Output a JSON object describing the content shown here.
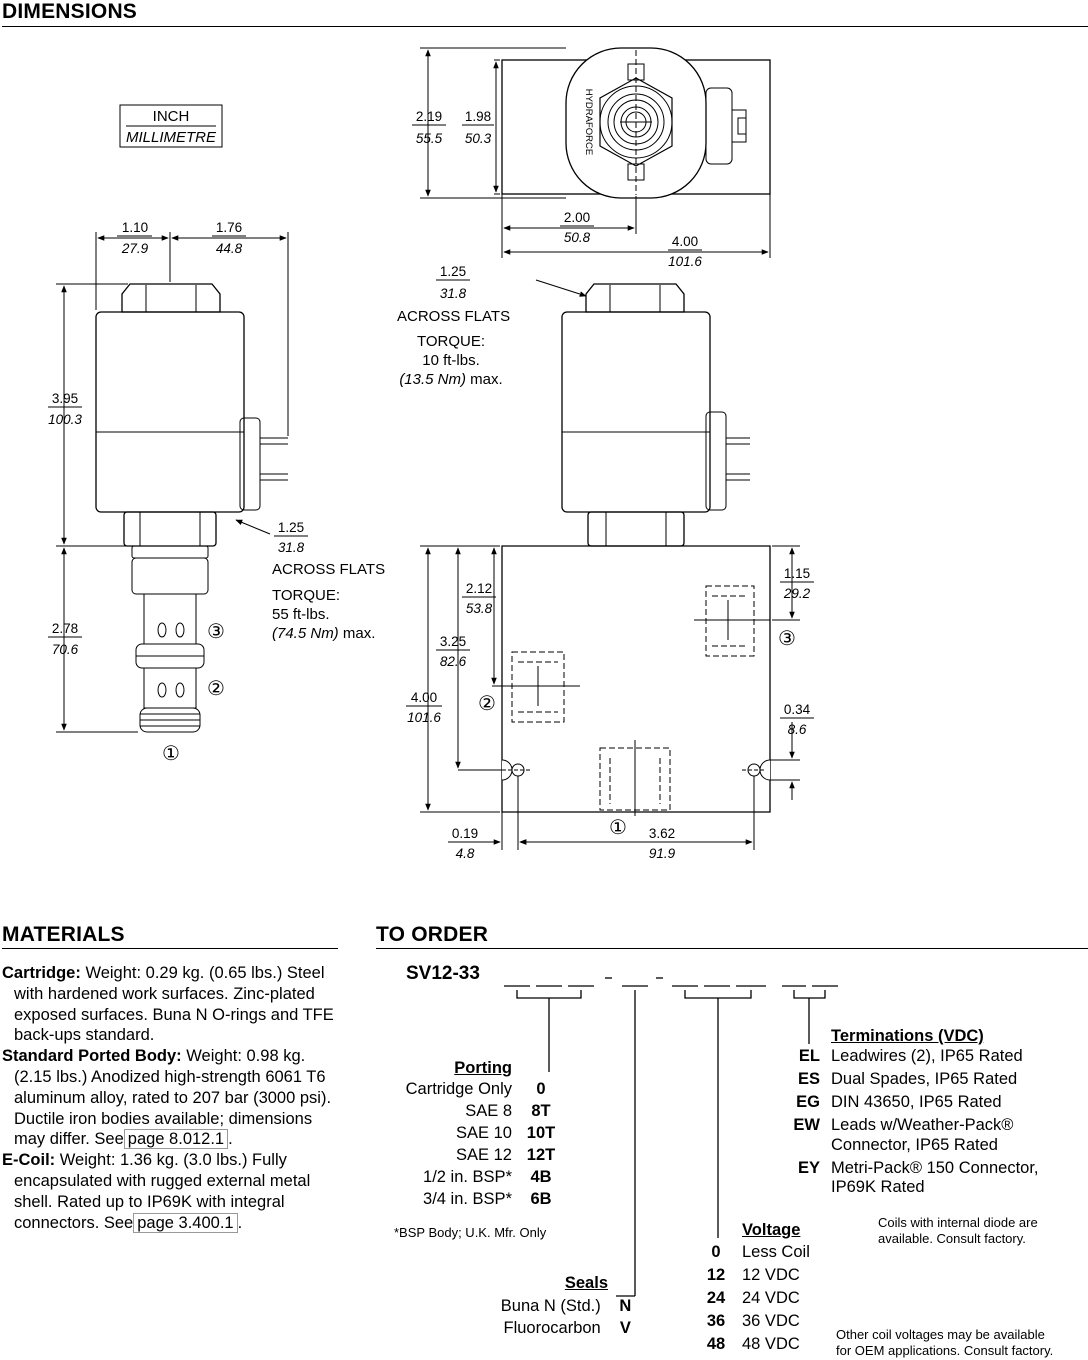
{
  "dimensions": {
    "title": "DIMENSIONS",
    "legend": {
      "inch": "INCH",
      "millimetre": "MILLIMETRE"
    },
    "top_view": {
      "brand": "HYDRAFORCE",
      "h_outer": {
        "in": "2.19",
        "mm": "55.5"
      },
      "h_inner": {
        "in": "1.98",
        "mm": "50.3"
      },
      "w_center": {
        "in": "2.00",
        "mm": "50.8"
      },
      "w_total": {
        "in": "4.00",
        "mm": "101.6"
      }
    },
    "cartridge": {
      "w_left": {
        "in": "1.10",
        "mm": "27.9"
      },
      "w_right": {
        "in": "1.76",
        "mm": "44.8"
      },
      "h_upper": {
        "in": "3.95",
        "mm": "100.3"
      },
      "h_lower": {
        "in": "2.78",
        "mm": "70.6"
      },
      "hex": {
        "in": "1.25",
        "mm": "31.8"
      },
      "across_flats": "ACROSS FLATS",
      "torque_label": "TORQUE:",
      "torque_val": "55 ft-lbs.",
      "torque_nm": "(74.5 Nm)",
      "torque_max": "max.",
      "ports": [
        "①",
        "②",
        "③"
      ]
    },
    "body": {
      "hex": {
        "in": "1.25",
        "mm": "31.8"
      },
      "across_flats": "ACROSS FLATS",
      "torque_label": "TORQUE:",
      "torque_val": "10 ft-lbs.",
      "torque_nm": "(13.5 Nm)",
      "torque_max": "max.",
      "d1": {
        "in": "2.12",
        "mm": "53.8"
      },
      "d2": {
        "in": "3.25",
        "mm": "82.6"
      },
      "d3": {
        "in": "4.00",
        "mm": "101.6"
      },
      "d4": {
        "in": "1.15",
        "mm": "29.2"
      },
      "d5": {
        "in": "0.34",
        "mm": "8.6"
      },
      "d6": {
        "in": "0.19",
        "mm": "4.8"
      },
      "d7": {
        "in": "3.62",
        "mm": "91.9"
      },
      "ports": [
        "①",
        "②",
        "③"
      ]
    }
  },
  "materials": {
    "title": "MATERIALS",
    "cartridge_label": "Cartridge:",
    "cartridge_text": "Weight: 0.29 kg. (0.65 lbs.) Steel with hardened work surfaces. Zinc-plated exposed surfaces. Buna N O-rings and TFE back-ups standard.",
    "body_label": "Standard Ported Body:",
    "body_text": "Weight: 0.98 kg. (2.15 lbs.) Anodized high-strength 6061 T6 aluminum alloy, rated to 207 bar (3000 psi). Ductile iron bodies available; dimensions may differ. See",
    "body_link": "page 8.012.1",
    "body_end": ".",
    "ecoil_label": "E-Coil:",
    "ecoil_text": "Weight: 1.36 kg. (3.0 lbs.) Fully encapsulated with rugged external metal shell. Rated up to IP69K with integral connectors. See",
    "ecoil_link": "page 3.400.1",
    "ecoil_end": "."
  },
  "to_order": {
    "title": "TO ORDER",
    "model": "SV12-33",
    "porting": {
      "header": "Porting",
      "items": [
        {
          "label": "Cartridge Only",
          "code": "0"
        },
        {
          "label": "SAE 8",
          "code": "8T"
        },
        {
          "label": "SAE 10",
          "code": "10T"
        },
        {
          "label": "SAE 12",
          "code": "12T"
        },
        {
          "label": "1/2 in. BSP*",
          "code": "4B"
        },
        {
          "label": "3/4 in. BSP*",
          "code": "6B"
        }
      ],
      "footnote": "*BSP Body; U.K. Mfr. Only"
    },
    "seals": {
      "header": "Seals",
      "items": [
        {
          "label": "Buna N (Std.)",
          "code": "N"
        },
        {
          "label": "Fluorocarbon",
          "code": "V"
        }
      ]
    },
    "voltage": {
      "header": "Voltage",
      "items": [
        {
          "code": "0",
          "label": "Less Coil"
        },
        {
          "code": "12",
          "label": "12 VDC"
        },
        {
          "code": "24",
          "label": "24 VDC"
        },
        {
          "code": "36",
          "label": "36 VDC"
        },
        {
          "code": "48",
          "label": "48 VDC"
        }
      ]
    },
    "terminations": {
      "header": "Terminations (VDC)",
      "items": [
        {
          "code": "EL",
          "label": "Leadwires (2), IP65 Rated",
          "label2": ""
        },
        {
          "code": "ES",
          "label": "Dual Spades, IP65 Rated",
          "label2": ""
        },
        {
          "code": "EG",
          "label": "DIN 43650, IP65 Rated",
          "label2": ""
        },
        {
          "code": "EW",
          "label": "Leads w/Weather-Pack®",
          "label2": "Connector, IP65 Rated"
        },
        {
          "code": "EY",
          "label": "Metri-Pack® 150 Connector,",
          "label2": "IP69K Rated"
        }
      ]
    },
    "note_diode_1": "Coils with internal diode are",
    "note_diode_2": "available. Consult factory.",
    "note_volt_1": "Other coil voltages may be available",
    "note_volt_2": "for OEM applications. Consult factory."
  }
}
